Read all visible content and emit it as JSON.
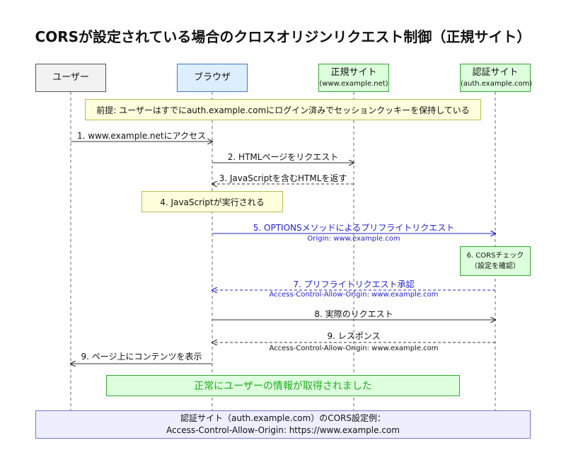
{
  "title": "CORSが設定されている場合のクロスオリジンリクエスト制御（正規サイト）",
  "actors": {
    "user": {
      "label": "ユーザー"
    },
    "browser": {
      "label": "ブラウザ"
    },
    "legit_site": {
      "label": "正規サイト",
      "domain": "(www.example.net)"
    },
    "auth_site": {
      "label": "認証サイト",
      "domain": "(auth.example.com)"
    }
  },
  "notes": {
    "premise": "前提: ユーザーはすでにauth.example.comにログイン済みでセッションクッキーを保持している",
    "js_executed": "4. JavaScriptが実行される",
    "cors_check_line1": "6. CORSチェック",
    "cors_check_line2": "（設定を確認）",
    "success": "正常にユーザーの情報が取得されました"
  },
  "messages": {
    "m1": "1. www.example.netにアクセス",
    "m2": "2. HTMLページをリクエスト",
    "m3": "3. JavaScriptを含むHTMLを返す",
    "m5": "5. OPTIONSメソッドによるプリフライトリクエスト",
    "m5_sub": "Origin: www.example.com",
    "m7": "7. プリフライトリクエスト承認",
    "m7_sub": "Access-Control-Allow-Origin: www.example.com",
    "m8": "8. 実際のリクエスト",
    "m9_response": "9. レスポンス",
    "m9_response_sub": "Access-Control-Allow-Origin: www.example.com",
    "m9_display": "9. ページ上にコンテンツを表示"
  },
  "footer": {
    "line1": "認証サイト（auth.example.com）のCORS設定例：",
    "line2": "Access-Control-Allow-Origin: https://www.example.com"
  },
  "colors": {
    "user_box": "#f2f2f2",
    "browser_box": "#ddeeff",
    "browser_border": "#4477cc",
    "site_box": "#ddffdd",
    "site_border": "#33aa33",
    "note_yellow": "#ffffdd",
    "note_yellow_border": "#bbbb55",
    "success_box": "#ddffdd",
    "success_text": "#22aa22",
    "preflight_blue": "#2222cc",
    "footer_box": "#eeeeff"
  }
}
